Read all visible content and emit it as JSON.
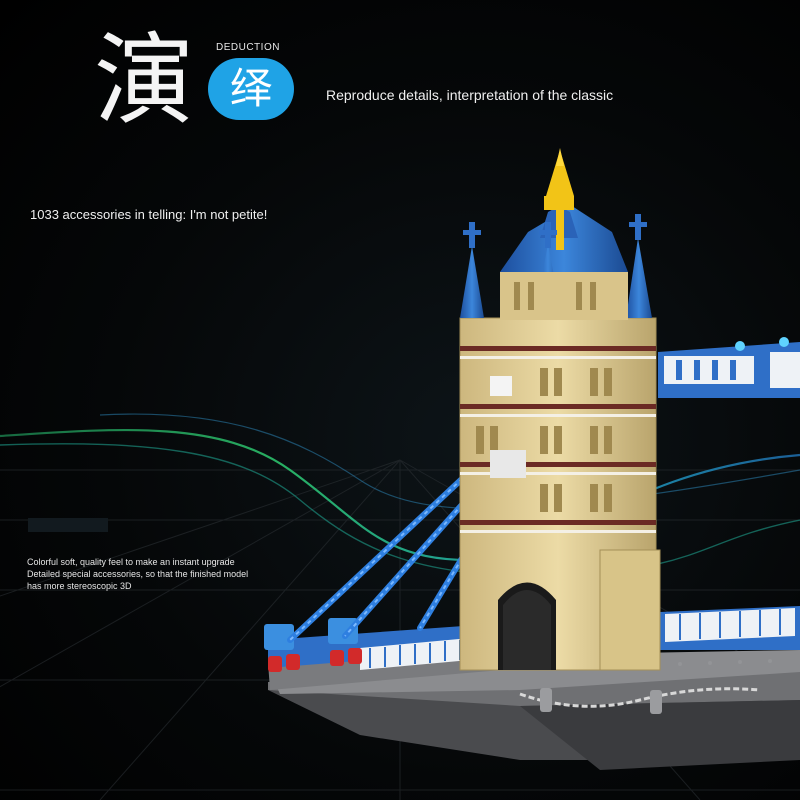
{
  "header": {
    "big_char": "演",
    "circle_char": "绎",
    "deduction_label": "DEDUCTION",
    "tagline": "Reproduce details, interpretation of the classic"
  },
  "accessories_text": "1033 accessories in telling: I'm not petite!",
  "description": {
    "line1": "Colorful soft, quality feel to make an instant upgrade",
    "line2": "Detailed special accessories, so that the finished model",
    "line3": "has more stereoscopic 3D"
  },
  "colors": {
    "accent_blue": "#1fa3e6",
    "tower_beige": "#e3cf97",
    "roof_blue": "#2f6fc7",
    "spire_gold": "#f2c417",
    "base_gray": "#6f7073"
  }
}
